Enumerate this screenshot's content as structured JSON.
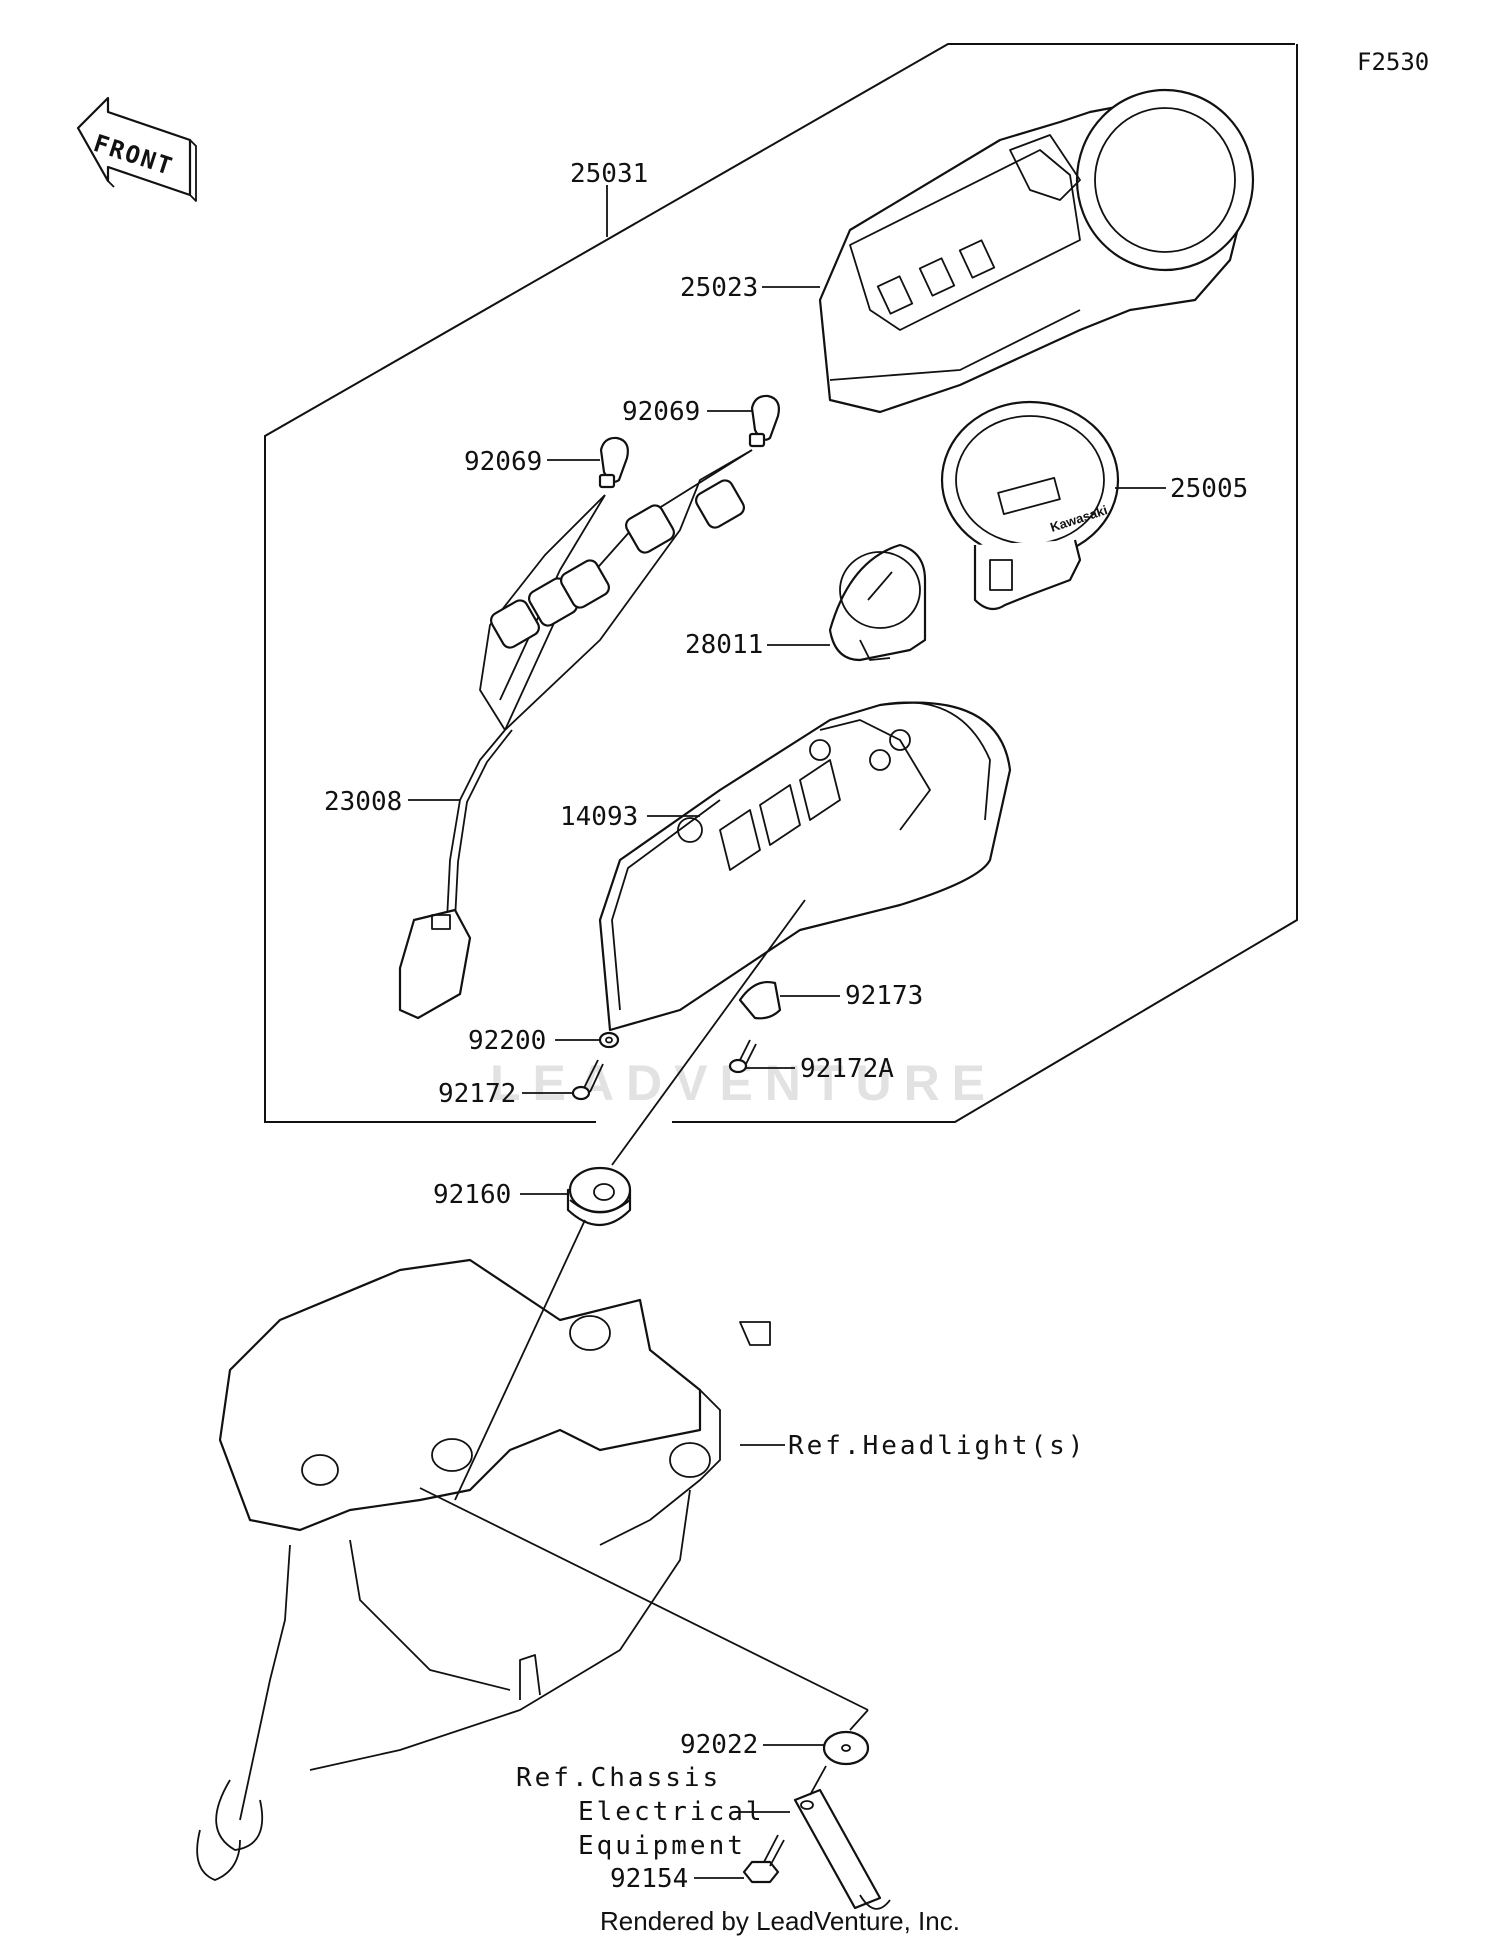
{
  "figure_code": "F2530",
  "front_arrow_label": "FRONT",
  "watermark": "LEADVENTURE",
  "credit": "Rendered by LeadVenture, Inc.",
  "callouts": {
    "p25031": "25031",
    "p25023": "25023",
    "p92069a": "92069",
    "p92069b": "92069",
    "p25005": "25005",
    "p28011": "28011",
    "p23008": "23008",
    "p14093": "14093",
    "p92173": "92173",
    "p92200": "92200",
    "p92172": "92172",
    "p92172A": "92172A",
    "p92160": "92160",
    "p92022": "92022",
    "p92154": "92154"
  },
  "references": {
    "headlight": "Ref.Headlight(s)",
    "chassis_line1": "Ref.Chassis",
    "chassis_line2": "Electrical",
    "chassis_line3": "Equipment"
  },
  "colors": {
    "ink": "#111111",
    "paper": "#ffffff",
    "watermark": "#e2e2e2"
  }
}
